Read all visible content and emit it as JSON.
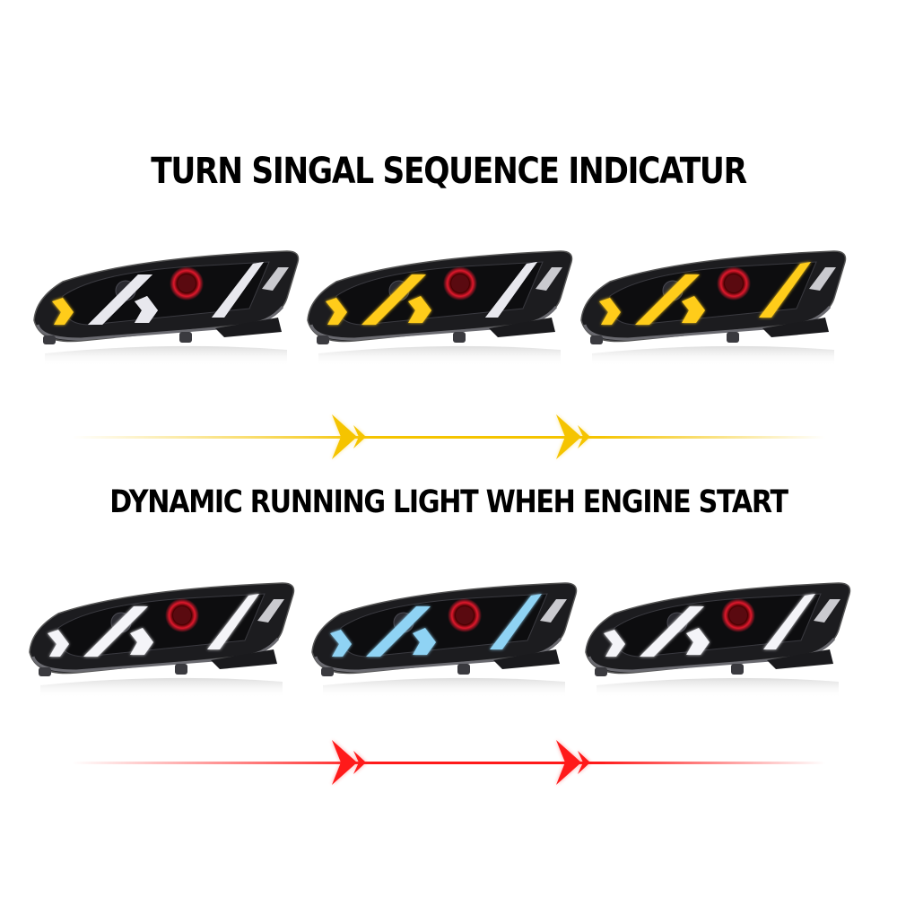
{
  "sections": [
    {
      "heading": "TURN SINGAL SEQUENCE INDICATUR",
      "light_color": "#f5c400",
      "flow_color": "#f5c400",
      "lamps": [
        {
          "state": "sequence-step-1",
          "drl_color": "#e8e8ee",
          "lit_segments": 1,
          "lit_color": "#ffcc1a"
        },
        {
          "state": "sequence-step-2",
          "drl_color": "#e8e8ee",
          "lit_segments": 3,
          "lit_color": "#ffcc1a"
        },
        {
          "state": "sequence-step-3",
          "drl_color": "#e8e8ee",
          "lit_segments": 4,
          "lit_color": "#ffcc1a"
        }
      ]
    },
    {
      "heading": "DYNAMIC RUNNING LIGHT WHEH ENGINE START",
      "light_color": "#ff1a1a",
      "flow_color": "#ff1a1a",
      "lamps": [
        {
          "state": "drl-white",
          "drl_color": "#f4f4f8",
          "lit_segments": 4,
          "lit_color": "#f4f4f8"
        },
        {
          "state": "drl-blue",
          "drl_color": "#8fd3f4",
          "lit_segments": 4,
          "lit_color": "#8fd3f4"
        },
        {
          "state": "drl-white-2",
          "drl_color": "#f4f4f8",
          "lit_segments": 4,
          "lit_color": "#f4f4f8"
        }
      ]
    }
  ],
  "colors": {
    "background": "#ffffff",
    "heading": "#000000",
    "halo": "#e0182c",
    "housing": "#1c1c1f"
  }
}
